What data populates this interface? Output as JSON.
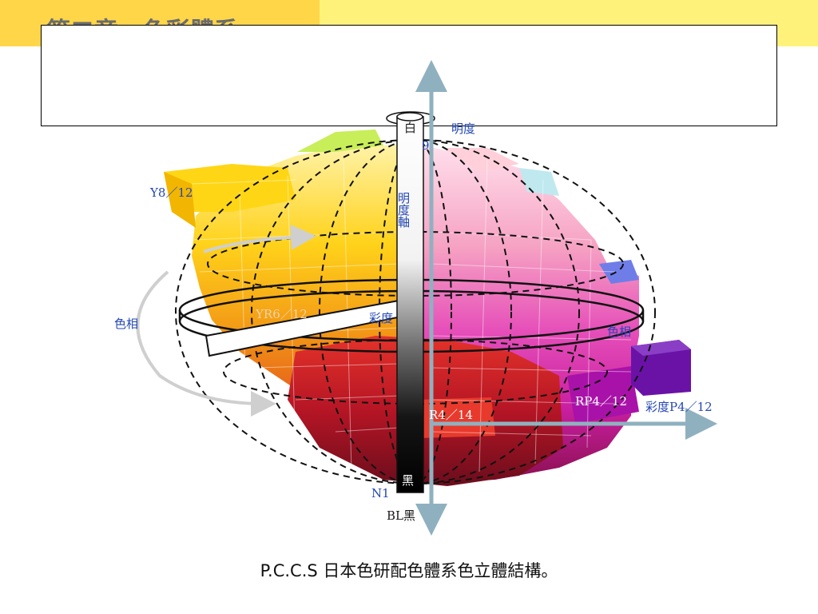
{
  "slide": {
    "title": "第二章　色彩體系",
    "caption": "P.C.C.S 日本色研配色體系色立體結構。"
  },
  "diagram": {
    "labels": {
      "white": "白",
      "black": "黑",
      "lightness": "明度",
      "lightness_axis": "明度軸",
      "level_top": "9",
      "hue_left": "色相",
      "hue_right": "色相",
      "chroma_center": "彩度",
      "chroma_right": "彩度P4／12",
      "y8": "Y8／12",
      "yr6": "YR6／12",
      "r4": "R4／14",
      "rp4": "RP4／12",
      "n1": "N1",
      "bl": "BL黑"
    },
    "colors": {
      "top_band_left": "#ffd648",
      "top_band_right": "#fff27a",
      "label_blue": "#2448b5",
      "arrow": "#8fb1bf"
    }
  }
}
